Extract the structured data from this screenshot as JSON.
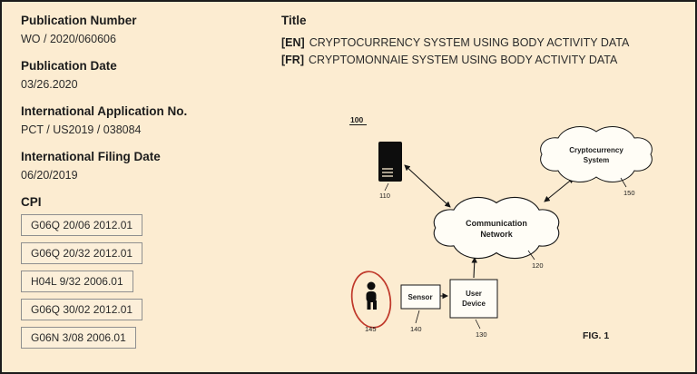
{
  "meta": {
    "background": "#fcecd1",
    "border_color": "#1c1c1c"
  },
  "left_panel": {
    "publication_number": {
      "label": "Publication Number",
      "value": "WO / 2020/060606"
    },
    "publication_date": {
      "label": "Publication Date",
      "value": "03/26.2020"
    },
    "international_application": {
      "label": "International Application No.",
      "value": "PCT / US2019 / 038084"
    },
    "international_filing_date": {
      "label": "International Filing Date",
      "value": "06/20/2019"
    },
    "cpi": {
      "label": "CPI",
      "codes": [
        "G06Q 20/06 2012.01",
        "G06Q 20/32 2012.01",
        "H04L 9/32 2006.01",
        "G06Q 30/02 2012.01",
        "G06N 3/08 2006.01"
      ]
    }
  },
  "title_panel": {
    "label": "Title",
    "en": {
      "tag": "[EN]",
      "text": "CRYPTOCURRENCY SYSTEM USING BODY ACTIVITY DATA"
    },
    "fr": {
      "tag": "[FR]",
      "text": "CRYPTOMONNAIE SYSTEM USING BODY ACTIVITY DATA"
    }
  },
  "figure": {
    "fig_ref": "100",
    "server": {
      "ref": "110"
    },
    "network_cloud": {
      "line1": "Communication",
      "line2": "Network",
      "ref": "120"
    },
    "crypto_cloud": {
      "line1": "Cryptocurrency",
      "line2": "System",
      "ref": "150"
    },
    "user_device": {
      "line1": "User",
      "line2": "Device",
      "ref": "130"
    },
    "sensor": {
      "label": "Sensor",
      "ref": "140"
    },
    "user": {
      "ref": "145"
    },
    "caption": "FIG. 1"
  }
}
